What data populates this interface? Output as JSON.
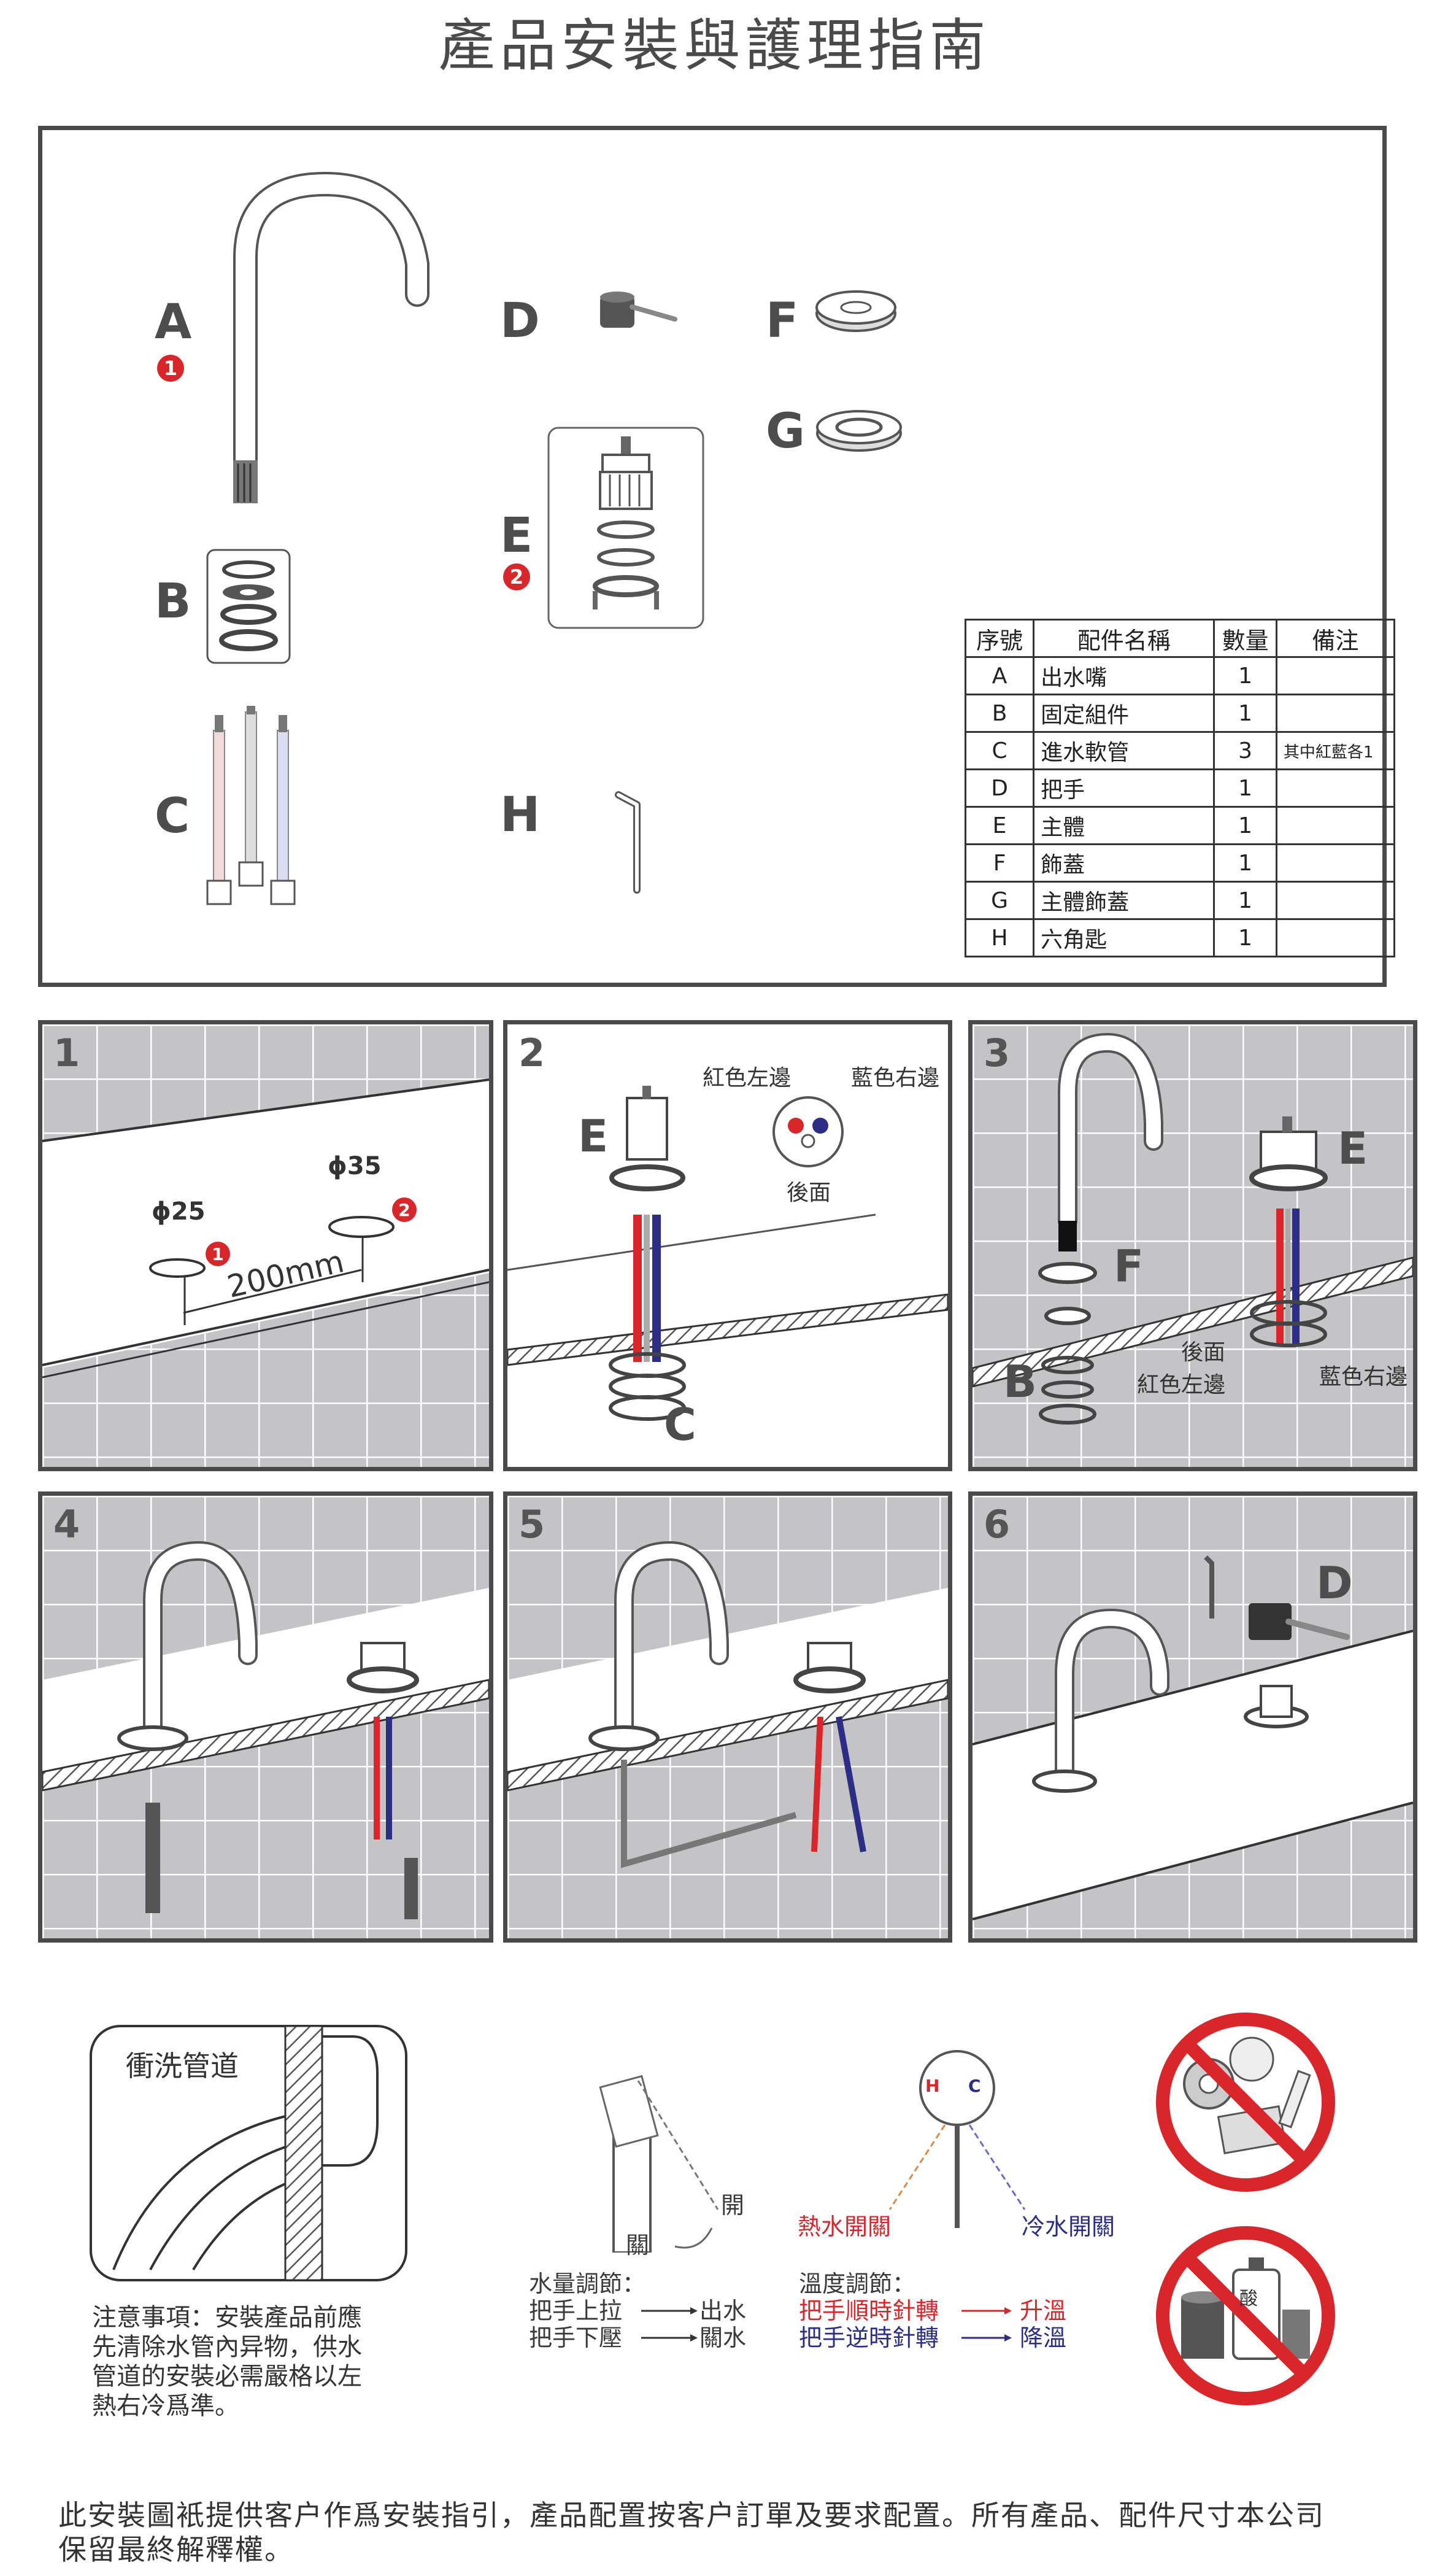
{
  "page": {
    "title": "產品安裝與護理指南"
  },
  "parts": {
    "labels": {
      "A": "A",
      "B": "B",
      "C": "C",
      "D": "D",
      "E": "E",
      "F": "F",
      "G": "G",
      "H": "H"
    },
    "badges": {
      "one": "1",
      "two": "2"
    },
    "table": {
      "headers": [
        "序號",
        "配件名稱",
        "數量",
        "備注"
      ],
      "rows": [
        {
          "id": "A",
          "name": "出水嘴",
          "qty": "1",
          "note": ""
        },
        {
          "id": "B",
          "name": "固定組件",
          "qty": "1",
          "note": ""
        },
        {
          "id": "C",
          "name": "進水軟管",
          "qty": "3",
          "note": "其中紅藍各1"
        },
        {
          "id": "D",
          "name": "把手",
          "qty": "1",
          "note": ""
        },
        {
          "id": "E",
          "name": "主體",
          "qty": "1",
          "note": ""
        },
        {
          "id": "F",
          "name": "飾蓋",
          "qty": "1",
          "note": ""
        },
        {
          "id": "G",
          "name": "主體飾蓋",
          "qty": "1",
          "note": ""
        },
        {
          "id": "H",
          "name": "六角匙",
          "qty": "1",
          "note": ""
        }
      ]
    }
  },
  "steps": {
    "s1": {
      "num": "1",
      "hole1": "ϕ25",
      "hole2": "ϕ35",
      "distance": "200mm",
      "b1": "1",
      "b2": "2"
    },
    "s2": {
      "num": "2",
      "red_left": "紅色左邊",
      "blue_right": "藍色右邊",
      "back": "後面",
      "E": "E",
      "C": "C"
    },
    "s3": {
      "num": "3",
      "E": "E",
      "F": "F",
      "B": "B",
      "back": "後面",
      "red_left": "紅色左邊",
      "blue_right": "藍色右邊"
    },
    "s4": {
      "num": "4"
    },
    "s5": {
      "num": "5"
    },
    "s6": {
      "num": "6",
      "D": "D"
    }
  },
  "care": {
    "flush_title": "衝洗管道",
    "flush_note": [
      "注意事項：安裝產品前應",
      "先清除水管內异物，供水",
      "管道的安裝必需嚴格以左",
      "熱右冷爲準。"
    ],
    "open": "開",
    "close": "關",
    "water_title": "水量調節：",
    "lift": "把手上拉",
    "press": "把手下壓",
    "water_out": "出水",
    "water_off": "關水",
    "hot_open": "熱水開關",
    "cold_open": "冷水開關",
    "H": "H",
    "C": "C",
    "temp_title": "溫度調節：",
    "cw": "把手順時針轉",
    "ccw": "把手逆時針轉",
    "warm_up": "升溫",
    "cool_down": "降溫",
    "acid": "酸"
  },
  "footer": {
    "line1": "此安裝圖衹提供客户作爲安裝指引，產品配置按客户訂單及要求配置。所有產品、配件尺寸本公司",
    "line2": "保留最終解釋權。"
  },
  "colors": {
    "red": "#d9262b",
    "blue": "#2b2e84",
    "frame": "#4a4a4a",
    "tile": "#bfbfbf"
  }
}
